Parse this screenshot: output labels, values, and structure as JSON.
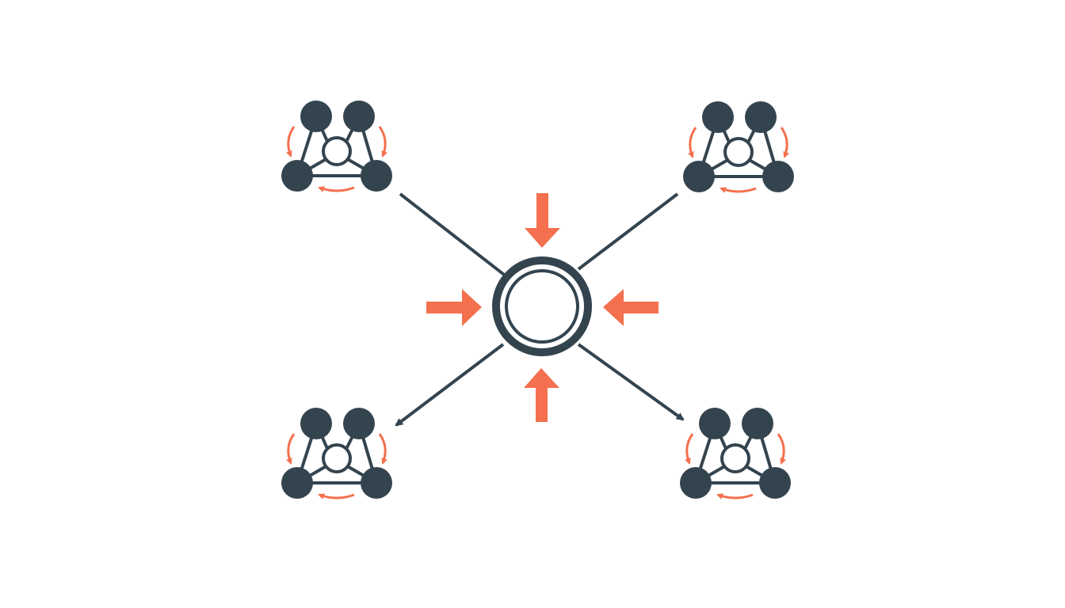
{
  "diagram": {
    "description_free": true,
    "colors": {
      "background": "#ffffff",
      "node_dark": "#34444f",
      "accent_orange": "#f4704f",
      "line": "#34444f",
      "node_fill_light": "#ffffff"
    },
    "center": {
      "icon": "double-ring-icon",
      "incoming_arrows": [
        "top",
        "bottom",
        "left",
        "right"
      ]
    },
    "clusters": [
      {
        "id": "top-left",
        "icon": "molecule-cluster-icon",
        "connector": "line-to-center"
      },
      {
        "id": "top-right",
        "icon": "molecule-cluster-icon",
        "connector": "line-to-center"
      },
      {
        "id": "bottom-left",
        "icon": "molecule-cluster-icon",
        "connector": "arrow-from-center"
      },
      {
        "id": "bottom-right",
        "icon": "molecule-cluster-icon",
        "connector": "arrow-from-center"
      }
    ]
  }
}
